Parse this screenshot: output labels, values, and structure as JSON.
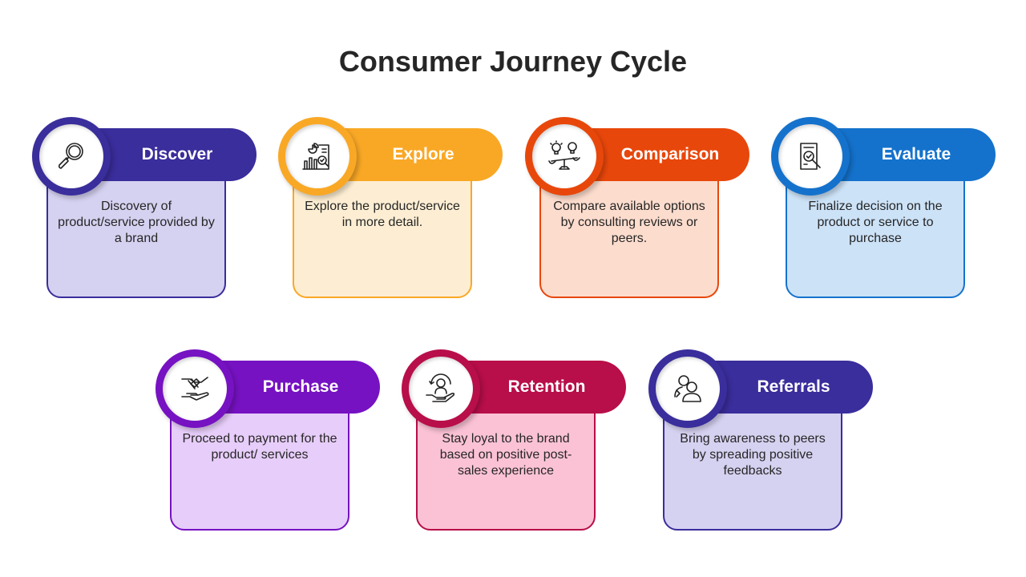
{
  "title": "Consumer Journey Cycle",
  "steps": [
    {
      "label": "Discover",
      "description": "Discovery of product/service provided by a brand",
      "icon": "magnifier-icon",
      "color": "#3A2D9C",
      "light": "#D5D1F0"
    },
    {
      "label": "Explore",
      "description": "Explore the product/service in more detail.",
      "icon": "analytics-report-icon",
      "color": "#F9A826",
      "light": "#FDEED3"
    },
    {
      "label": "Comparison",
      "description": "Compare available options by consulting reviews or peers.",
      "icon": "balance-ideas-icon",
      "color": "#E8470B",
      "light": "#FCDCCD"
    },
    {
      "label": "Evaluate",
      "description": "Finalize decision on the product or service to purchase",
      "icon": "document-check-icon",
      "color": "#1472CC",
      "light": "#CCE2F7"
    },
    {
      "label": "Purchase",
      "description": "Proceed to payment for the product/ services",
      "icon": "payment-handshake-icon",
      "color": "#7612C2",
      "light": "#E7CDF9"
    },
    {
      "label": "Retention",
      "description": "Stay loyal to the brand based on positive post-sales experience",
      "icon": "customer-care-icon",
      "color": "#B80E49",
      "light": "#FBC2D6"
    },
    {
      "label": "Referrals",
      "description": "Bring awareness to peers by spreading positive feedbacks",
      "icon": "people-share-icon",
      "color": "#3A2D9C",
      "light": "#D5D1F0"
    }
  ]
}
